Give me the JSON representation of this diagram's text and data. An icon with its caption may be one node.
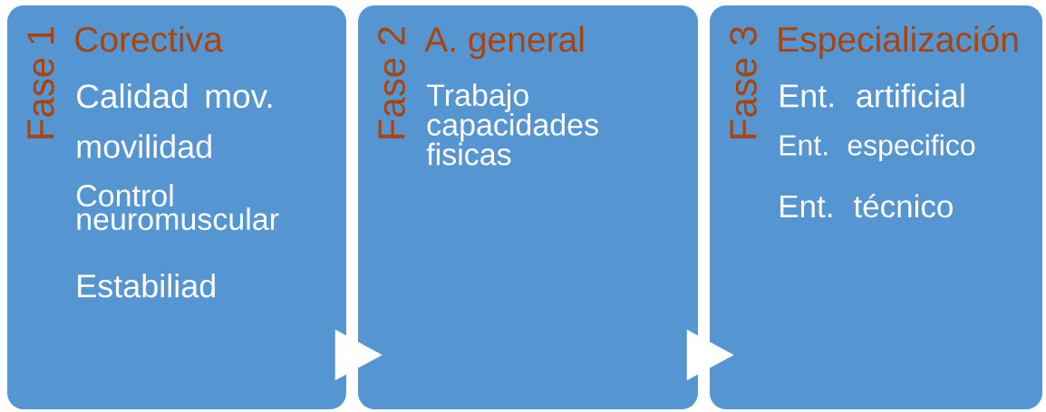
{
  "diagram": {
    "nodes": [
      {
        "text": [
          "Fase 1",
          "Corectiva",
          "Calidad mov.",
          "movilidad",
          "Control neuromuscular",
          "Estabiliad"
        ]
      },
      {
        "text": [
          "Fase 2",
          "A. general",
          "Trabajo capacidades fisicas"
        ]
      },
      {
        "text": [
          "Fase 3",
          "Especialización",
          "Ent. artificial",
          "Ent. especifico",
          "Ent. técnico"
        ]
      }
    ],
    "edges": [
      {
        "from": 0,
        "to": 1,
        "arrow": "to"
      },
      {
        "from": 1,
        "to": 2,
        "arrow": "to"
      }
    ]
  }
}
